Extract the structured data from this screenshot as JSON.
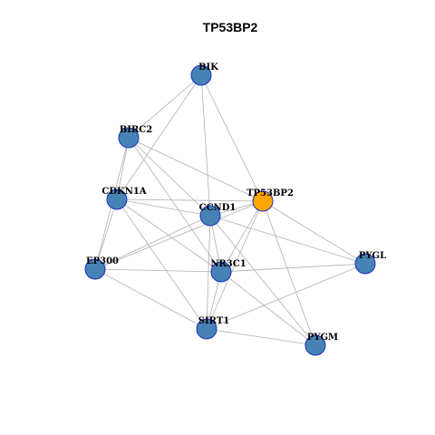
{
  "title": "TP53BP2",
  "colors": {
    "node_default": "#4682B4",
    "node_highlight": "#FFA500",
    "node_stroke": "#1a2fbf",
    "edge": "#b0b0b0"
  },
  "nodes": [
    {
      "id": "BIK",
      "label": "BIK",
      "highlight": false
    },
    {
      "id": "BIRC2",
      "label": "BIRC2",
      "highlight": false
    },
    {
      "id": "CDKN1A",
      "label": "CDKN1A",
      "highlight": false
    },
    {
      "id": "TP53BP2",
      "label": "TP53BP2",
      "highlight": true
    },
    {
      "id": "CCND1",
      "label": "CCND1",
      "highlight": false
    },
    {
      "id": "EP300",
      "label": "EP300",
      "highlight": false
    },
    {
      "id": "NR3C1",
      "label": "NR3C1",
      "highlight": false
    },
    {
      "id": "PYGL",
      "label": "PYGL",
      "highlight": false
    },
    {
      "id": "SIRT1",
      "label": "SIRT1",
      "highlight": false
    },
    {
      "id": "PYGM",
      "label": "PYGM",
      "highlight": false
    }
  ],
  "edges": [
    [
      "BIK",
      "BIRC2"
    ],
    [
      "BIK",
      "CDKN1A"
    ],
    [
      "BIK",
      "CCND1"
    ],
    [
      "BIK",
      "TP53BP2"
    ],
    [
      "BIRC2",
      "CDKN1A"
    ],
    [
      "BIRC2",
      "EP300"
    ],
    [
      "BIRC2",
      "CCND1"
    ],
    [
      "BIRC2",
      "TP53BP2"
    ],
    [
      "BIRC2",
      "NR3C1"
    ],
    [
      "CDKN1A",
      "EP300"
    ],
    [
      "CDKN1A",
      "CCND1"
    ],
    [
      "CDKN1A",
      "TP53BP2"
    ],
    [
      "CDKN1A",
      "NR3C1"
    ],
    [
      "CDKN1A",
      "SIRT1"
    ],
    [
      "TP53BP2",
      "CCND1"
    ],
    [
      "TP53BP2",
      "EP300"
    ],
    [
      "TP53BP2",
      "NR3C1"
    ],
    [
      "TP53BP2",
      "SIRT1"
    ],
    [
      "TP53BP2",
      "PYGL"
    ],
    [
      "TP53BP2",
      "PYGM"
    ],
    [
      "CCND1",
      "EP300"
    ],
    [
      "CCND1",
      "NR3C1"
    ],
    [
      "CCND1",
      "SIRT1"
    ],
    [
      "CCND1",
      "PYGL"
    ],
    [
      "CCND1",
      "PYGM"
    ],
    [
      "EP300",
      "NR3C1"
    ],
    [
      "EP300",
      "SIRT1"
    ],
    [
      "NR3C1",
      "SIRT1"
    ],
    [
      "NR3C1",
      "PYGL"
    ],
    [
      "NR3C1",
      "PYGM"
    ],
    [
      "SIRT1",
      "PYGL"
    ],
    [
      "SIRT1",
      "PYGM"
    ]
  ]
}
